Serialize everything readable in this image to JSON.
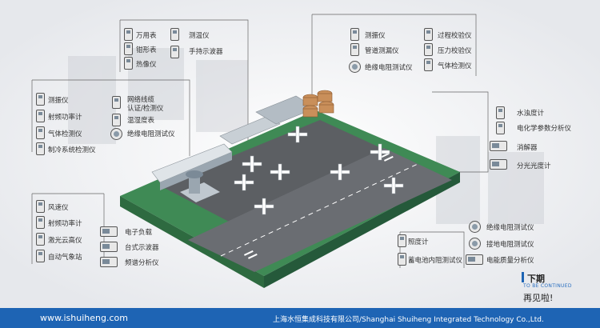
{
  "colors": {
    "footer": "#1e64b4",
    "ground": "#3f8a55",
    "runway": "#5c5f63"
  },
  "groups": {
    "top_left": [
      "万用表",
      "钳形表",
      "热像仪",
      "测温仪",
      "手持示波器"
    ],
    "top_mid": [
      "测振仪",
      "管道测漏仪",
      "绝缘电阻测试仪",
      "过程校验仪",
      "压力校验仪",
      "气体检测仪"
    ],
    "mid_left": [
      "测振仪",
      "射频功率计",
      "气体检测仪",
      "制冷系统检测仪",
      "网络线缆",
      "认证/检测仪",
      "温湿度表",
      "绝缘电阻测试仪"
    ],
    "right": [
      "水浊度计",
      "电化学参数分析仪",
      "消解器",
      "分光光度计"
    ],
    "bottom_left": [
      "风速仪",
      "射频功率计",
      "激光云高仪",
      "自动气象站",
      "电子负载",
      "台式示波器",
      "频谱分析仪"
    ],
    "bottom_right": [
      "照度计",
      "蓄电池内阻测试仪",
      "绝缘电阻测试仪",
      "接地电阻测试仪",
      "电能质量分析仪"
    ]
  },
  "footer": {
    "url": "www.ishuiheng.com",
    "company": "上海水恒集成科技有限公司/Shanghai Shuiheng Integrated Technology Co.,Ltd."
  },
  "tbc": {
    "title": "下期",
    "sub": "TO BE CONTINUED",
    "bye": "再见啦!"
  }
}
